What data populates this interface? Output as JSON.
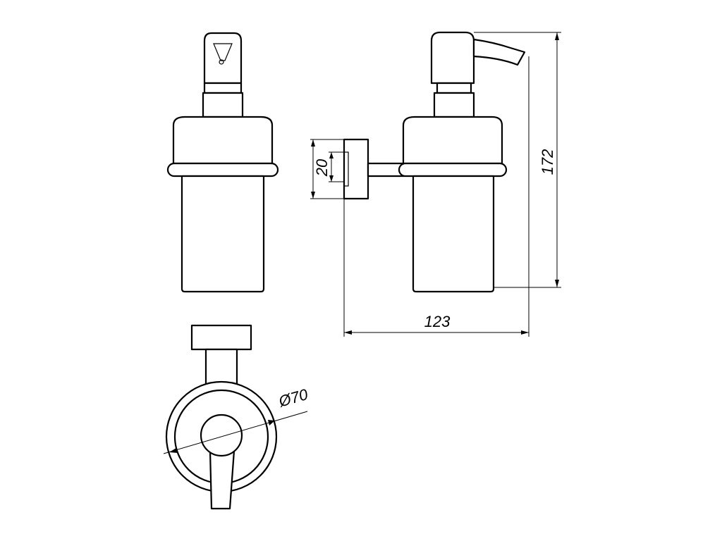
{
  "dimensions": {
    "bracket_height": "20",
    "total_height": "172",
    "projection_depth": "123",
    "diameter": "Ø70"
  }
}
